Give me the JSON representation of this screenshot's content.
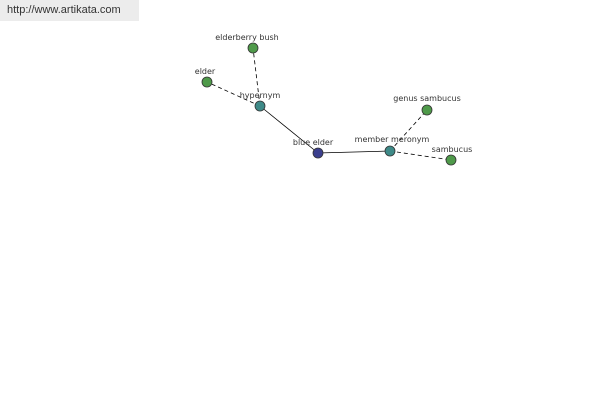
{
  "header": {
    "source_link": "http://www.artikata.com"
  },
  "colors": {
    "center_node": "#3b3f8e",
    "relation_node": "#3e8a88",
    "term_node": "#4f9a4a",
    "node_stroke": "#333333",
    "edge": "#000000",
    "label": "#333333"
  },
  "graph": {
    "center": {
      "id": "blue-elder",
      "label": "blue elder"
    },
    "relations": [
      {
        "id": "hypernym",
        "label": "hypernym",
        "terms": [
          {
            "id": "elderberry-bush",
            "label": "elderberry bush"
          },
          {
            "id": "elder",
            "label": "elder"
          }
        ]
      },
      {
        "id": "member-meronym",
        "label": "member meronym",
        "terms": [
          {
            "id": "genus-sambucus",
            "label": "genus sambucus"
          },
          {
            "id": "sambucus",
            "label": "sambucus"
          }
        ]
      }
    ]
  }
}
